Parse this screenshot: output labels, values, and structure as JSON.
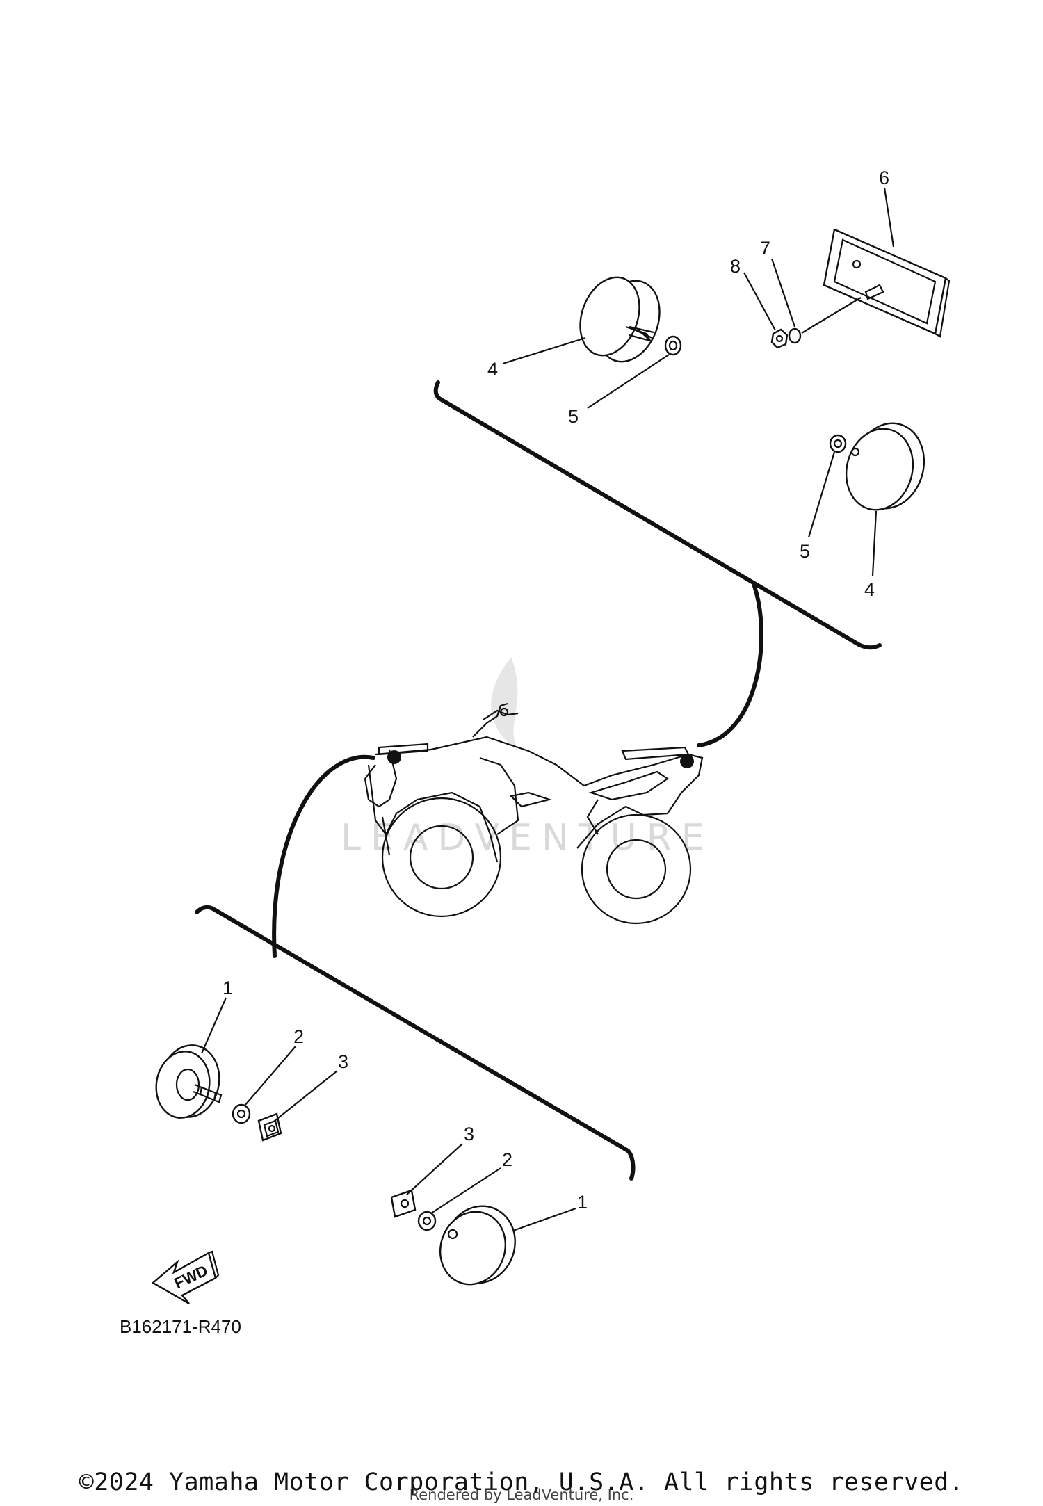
{
  "diagram": {
    "callouts": {
      "c1a": "1",
      "c2a": "2",
      "c3a": "3",
      "c1b": "1",
      "c2b": "2",
      "c3b": "3",
      "c4a": "4",
      "c5a": "5",
      "c4b": "4",
      "c5b": "5",
      "c6": "6",
      "c7": "7",
      "c8": "8"
    },
    "fwd_label": "FWD",
    "drawing_code": "B162171-R470",
    "watermark": "LEADVENTURE",
    "copyright": "©2024 Yamaha Motor Corporation, U.S.A. All rights reserved.",
    "rendered_by": "Rendered by LeadVenture, Inc."
  }
}
